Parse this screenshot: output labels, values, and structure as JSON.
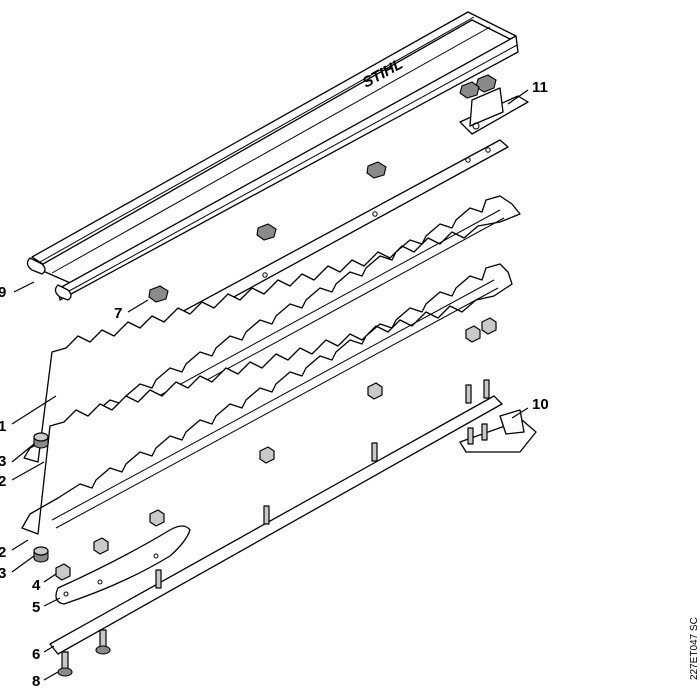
{
  "brand": "STIHL",
  "drawing_ref": "227ET047 SC",
  "callouts": {
    "c1": "1",
    "c2a": "2",
    "c2b": "2",
    "c3a": "3",
    "c3b": "3",
    "c4": "4",
    "c5": "5",
    "c6": "6",
    "c7": "7",
    "c8": "8",
    "c9": "9",
    "c10": "10",
    "c11": "11"
  }
}
